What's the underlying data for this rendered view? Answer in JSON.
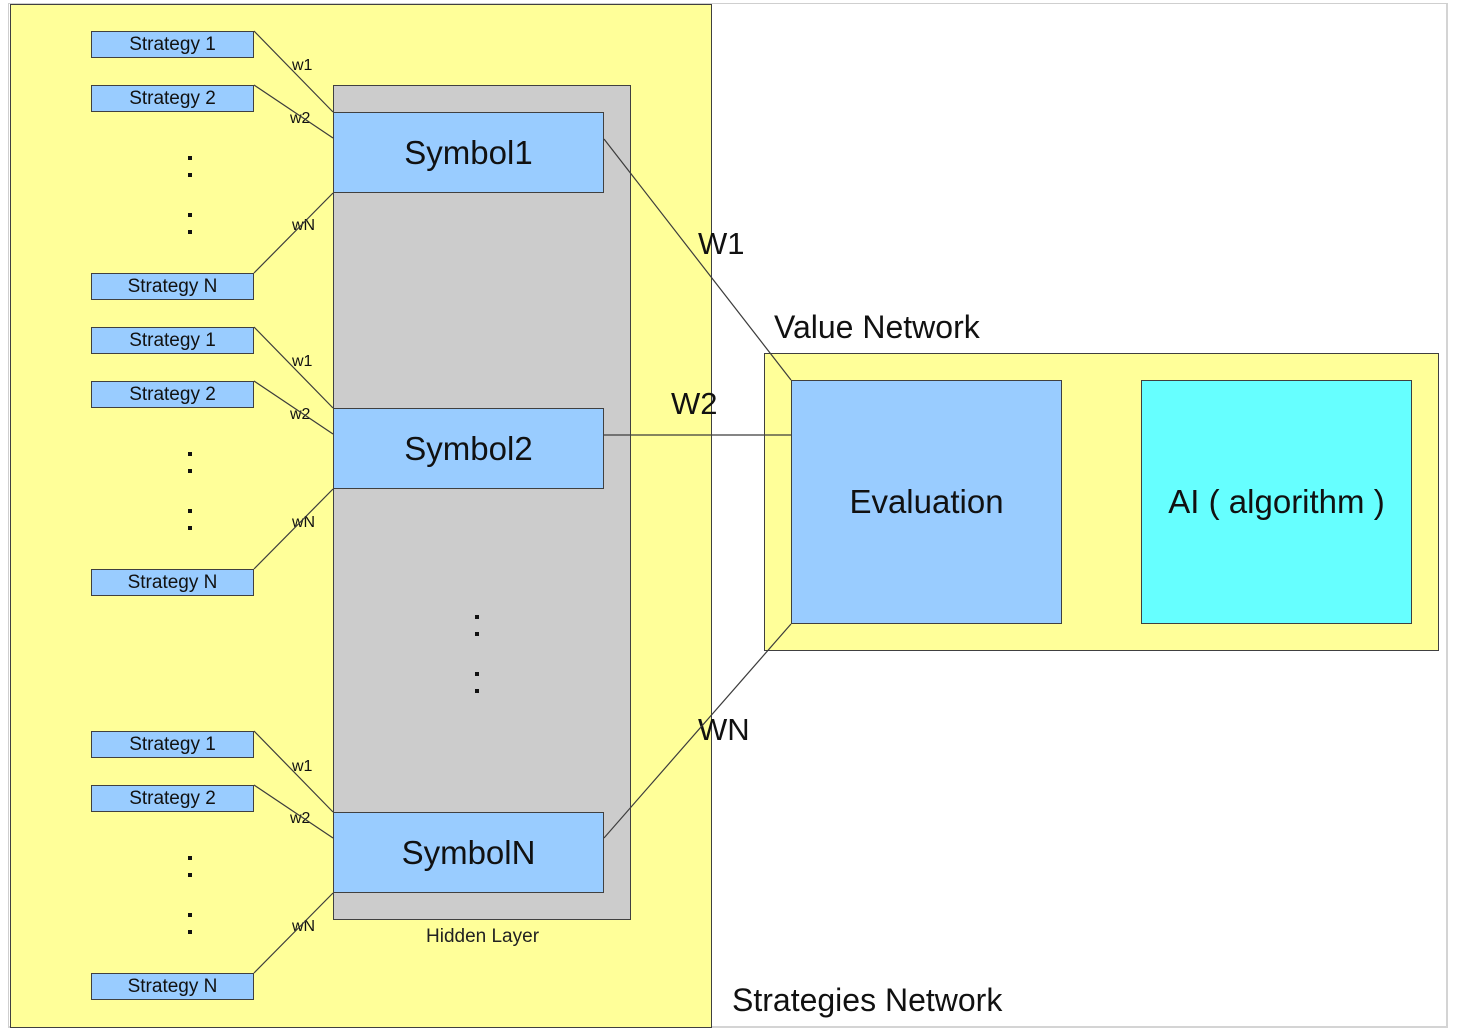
{
  "diagram": {
    "strategies_network": {
      "title": "Strategies Network",
      "hidden_layer": {
        "label": "Hidden Layer",
        "ellipsis": ":"
      },
      "groups": [
        {
          "symbol": "Symbol1",
          "strategies": [
            "Strategy 1",
            "Strategy 2",
            "Strategy N"
          ],
          "weights": [
            "w1",
            "w2",
            "wN"
          ],
          "ellipsis": ":"
        },
        {
          "symbol": "Symbol2",
          "strategies": [
            "Strategy 1",
            "Strategy 2",
            "Strategy N"
          ],
          "weights": [
            "w1",
            "w2",
            "wN"
          ],
          "ellipsis": ":"
        },
        {
          "symbol": "SymbolN",
          "strategies": [
            "Strategy 1",
            "Strategy 2",
            "Strategy N"
          ],
          "weights": [
            "w1",
            "w2",
            "wN"
          ],
          "ellipsis": ":"
        }
      ]
    },
    "symbol_weights": [
      "W1",
      "W2",
      "WN"
    ],
    "value_network": {
      "title": "Value Network",
      "evaluation": "Evaluation",
      "ai": "AI ( algorithm )"
    },
    "colors": {
      "container_fill": "#ffff99",
      "hidden_layer_fill": "#cccccc",
      "node_fill": "#99ccff",
      "ai_fill": "#66ffff",
      "stroke": "#404040"
    }
  }
}
